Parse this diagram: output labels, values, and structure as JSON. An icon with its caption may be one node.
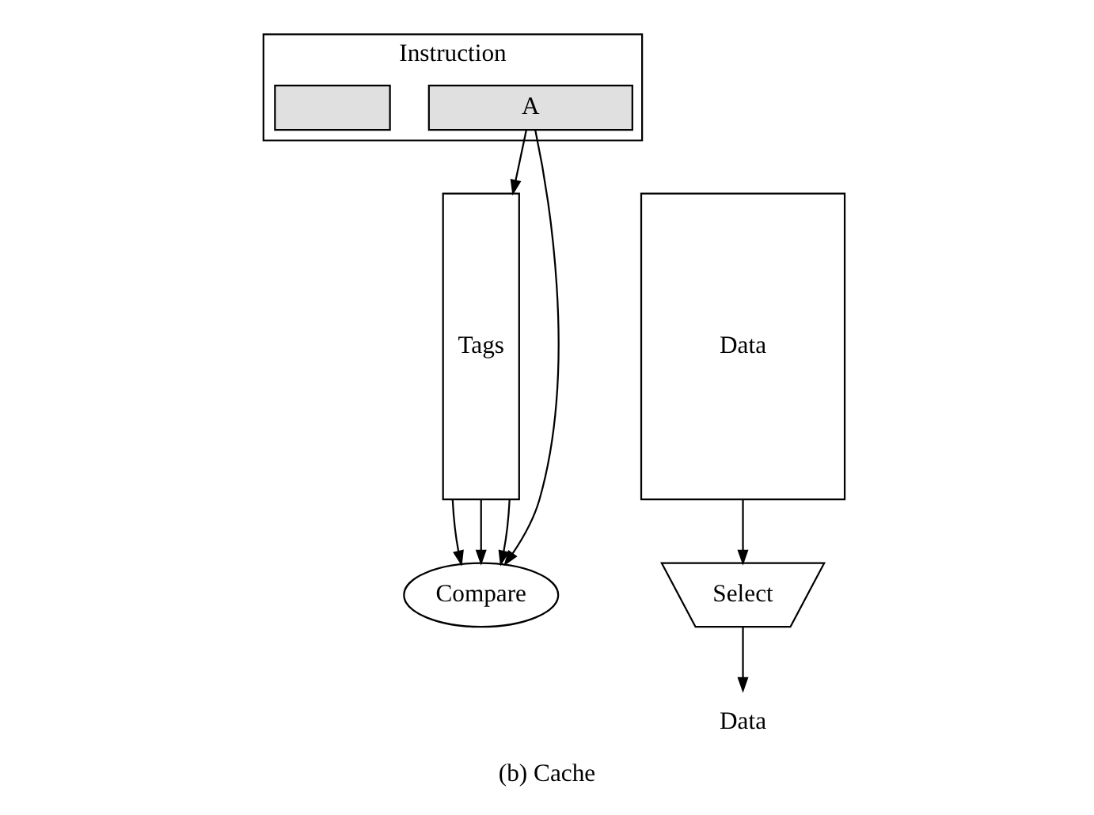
{
  "diagram": {
    "caption": "(b) Cache",
    "nodes": [
      {
        "text": [
          "Instruction"
        ]
      },
      {
        "text": [],
        "shape": "box",
        "in": 0
      },
      {
        "text": [
          "A"
        ],
        "in": 0
      },
      {
        "text": [
          "Tags"
        ]
      },
      {
        "text": [
          "Data"
        ]
      },
      {
        "text": [
          "Compare"
        ]
      },
      {
        "text": [
          "Select"
        ]
      },
      {
        "text": [
          "Data"
        ]
      }
    ],
    "edges": [
      {
        "from": 2,
        "to": 3,
        "arrow": "to"
      },
      {
        "from": 2,
        "to": 5,
        "arrow": "to"
      },
      {
        "from": 3,
        "to": 5,
        "arrow": "to"
      },
      {
        "from": 3,
        "to": 5,
        "arrow": "to"
      },
      {
        "from": 3,
        "to": 5,
        "arrow": "to"
      },
      {
        "from": 4,
        "to": 6,
        "arrow": "to"
      },
      {
        "from": 6,
        "to": 7,
        "arrow": "to"
      }
    ]
  }
}
